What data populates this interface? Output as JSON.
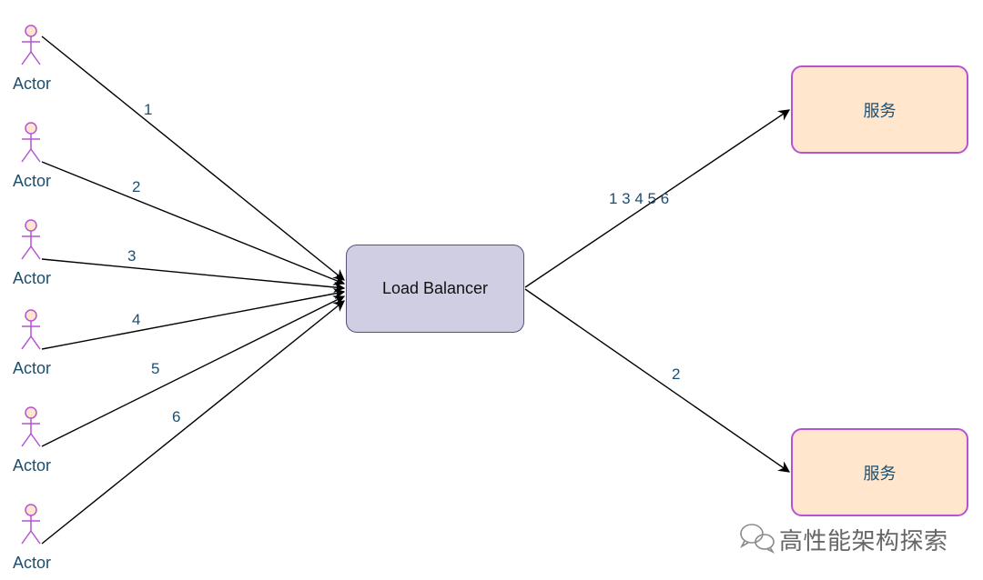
{
  "actors": [
    {
      "label": "Actor"
    },
    {
      "label": "Actor"
    },
    {
      "label": "Actor"
    },
    {
      "label": "Actor"
    },
    {
      "label": "Actor"
    },
    {
      "label": "Actor"
    }
  ],
  "load_balancer": {
    "label": "Load Balancer"
  },
  "services": [
    {
      "label": "服务"
    },
    {
      "label": "服务"
    }
  ],
  "edges_in": [
    {
      "label": "1"
    },
    {
      "label": "2"
    },
    {
      "label": "3"
    },
    {
      "label": "4"
    },
    {
      "label": "5"
    },
    {
      "label": "6"
    }
  ],
  "edges_out": [
    {
      "label": "1 3 4 5 6"
    },
    {
      "label": "2"
    }
  ],
  "watermark": {
    "text": "高性能架构探索",
    "icon": "wechat-icon"
  },
  "colors": {
    "actor": "#b653d1",
    "text": "#1b4f72",
    "lb_fill": "#d0cee2",
    "lb_stroke": "#56517e",
    "service_fill": "#ffe6cc",
    "service_stroke": "#b653d1"
  }
}
